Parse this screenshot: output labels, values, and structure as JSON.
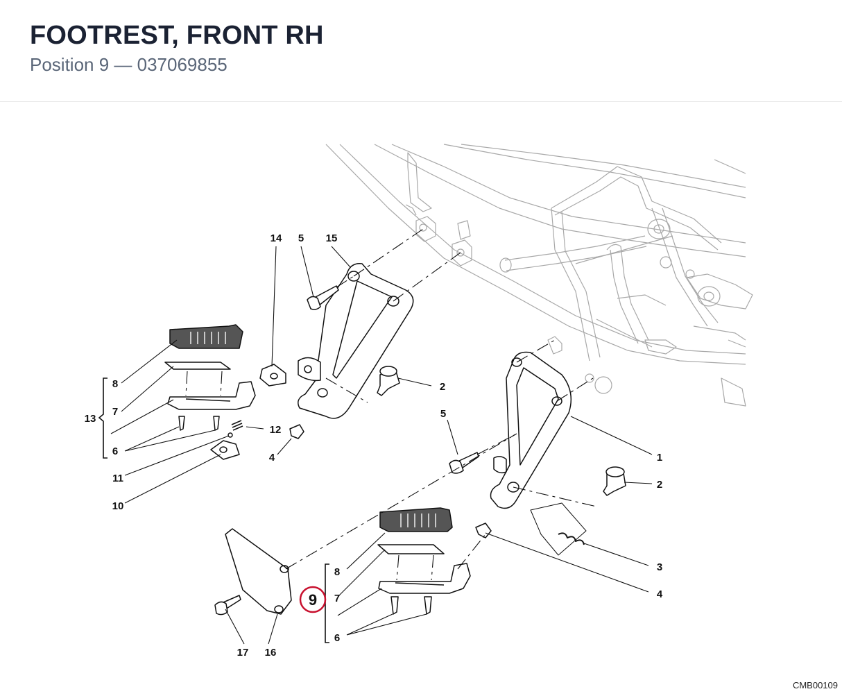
{
  "header": {
    "title": "FOOTREST, FRONT RH",
    "subtitle": "Position 9 — 037069855"
  },
  "diagram": {
    "code": "CMB00109",
    "highlight_color": "#c8102e",
    "highlighted_position": "9",
    "callouts": {
      "c14": "14",
      "c5a": "5",
      "c15": "15",
      "c8a": "8",
      "c7a": "7",
      "c13": "13",
      "c6a": "6",
      "c12": "12",
      "c4a": "4",
      "c11": "11",
      "c10": "10",
      "c2a": "2",
      "c5b": "5",
      "c1": "1",
      "c2b": "2",
      "c3": "3",
      "c4b": "4",
      "c8b": "8",
      "c9": "9",
      "c7b": "7",
      "c6b": "6",
      "c17": "17",
      "c16": "16"
    }
  }
}
